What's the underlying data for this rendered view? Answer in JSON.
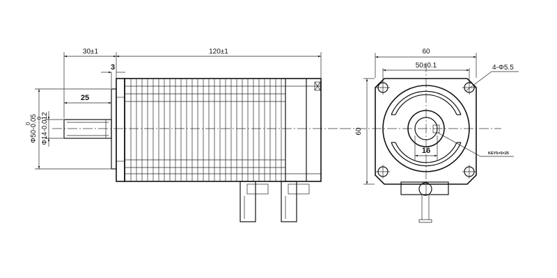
{
  "side_view": {
    "dim_shaft_length": "30±1",
    "dim_body_length": "120±1",
    "dim_flange": "3",
    "dim_key_length": "25",
    "dim_pilot_diameter": "Φ50-0.05",
    "dim_pilot_upper": "0",
    "dim_shaft_diameter": "Φ14-0.012",
    "dim_shaft_upper": "0"
  },
  "front_view": {
    "dim_width": "60",
    "dim_hole_spacing": "50±0.1",
    "dim_holes": "4-Φ5.5",
    "dim_height": "60",
    "dim_flat": "16",
    "key_spec": "KEY5×5×25"
  }
}
